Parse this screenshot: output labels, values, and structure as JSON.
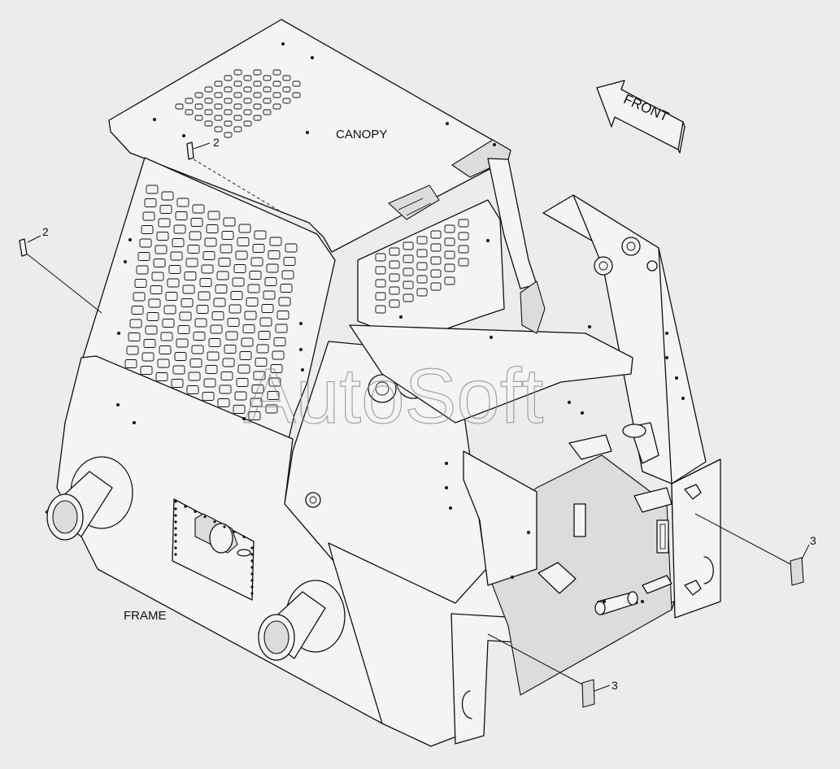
{
  "labels": {
    "canopy": "CANOPY",
    "frame": "FRAME",
    "front": "FRONT"
  },
  "callouts": {
    "c2a": "2",
    "c2b": "2",
    "c3a": "3",
    "c3b": "3"
  },
  "watermark": "AutoSoft"
}
